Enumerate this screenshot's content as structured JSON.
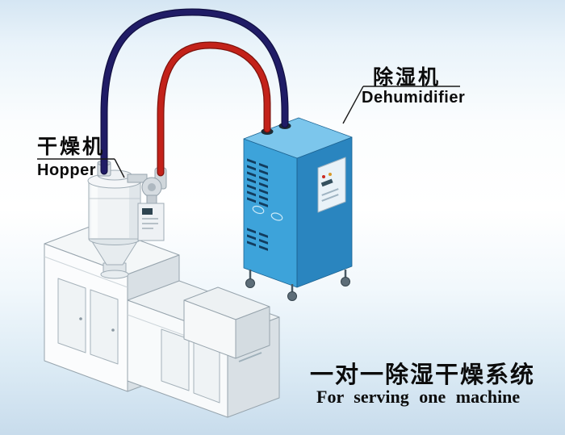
{
  "title": "One-to-one dehumidifying drying system diagram",
  "labels": {
    "hopper": {
      "zh": "干燥机",
      "en": "Hopper"
    },
    "dehumidifier": {
      "zh": "除湿机",
      "en": "Dehumidifier"
    },
    "caption": {
      "zh": "一对一除湿干燥系统",
      "en": "For serving one machine"
    }
  },
  "colors": {
    "pipe_red": "#c3221a",
    "pipe_red_edge": "#7e120c",
    "pipe_navy": "#201c66",
    "pipe_navy_edge": "#121043",
    "cabinet_top": "#7cc6ec",
    "cabinet_front": "#3da3da",
    "cabinet_side": "#2a85bf",
    "vent": "#123c5e",
    "leader": "#1a1a1a"
  },
  "components": [
    "hopper-dryer",
    "dehumidifier",
    "extruder-machine",
    "return-hose-navy",
    "supply-hose-red"
  ]
}
